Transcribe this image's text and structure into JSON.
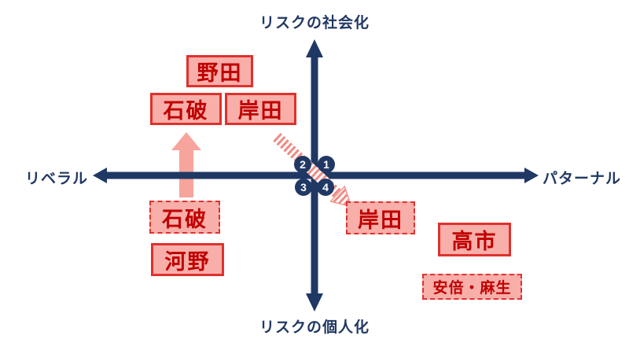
{
  "diagram": {
    "type": "two-axis political positioning map",
    "axes": {
      "top_label": "リスクの社会化",
      "bottom_label": "リスクの個人化",
      "left_label": "リベラル",
      "right_label": "パターナル"
    },
    "boxes": {
      "noda": {
        "label": "野田",
        "border": "solid",
        "quadrant": "upper-left"
      },
      "ishiba_top": {
        "label": "石破",
        "border": "solid",
        "quadrant": "upper-left"
      },
      "kishida_top": {
        "label": "岸田",
        "border": "solid",
        "quadrant": "upper-left"
      },
      "ishiba_bottom": {
        "label": "石破",
        "border": "dashed",
        "quadrant": "lower-left"
      },
      "kono": {
        "label": "河野",
        "border": "solid",
        "quadrant": "lower-left"
      },
      "kishida_bottom": {
        "label": "岸田",
        "border": "dashed",
        "quadrant": "lower-right"
      },
      "takaichi": {
        "label": "高市",
        "border": "solid",
        "quadrant": "lower-right"
      },
      "abe_aso": {
        "label": "安倍・麻生",
        "border": "dashed",
        "quadrant": "lower-right"
      }
    },
    "markers": [
      "1",
      "2",
      "3",
      "4"
    ],
    "arrows": {
      "pink_up_arrow": "from dashed 石破 (lower-left) up to solid 石破 (upper-left)",
      "hatched_diagonal_arrow": "from near 岸田 (upper-left) down-right to dashed 岸田 (lower-right)"
    },
    "colors": {
      "axis_navy": "#203864",
      "box_fill": "#F8AEA9",
      "box_border": "#E0312E",
      "box_text": "#C00000",
      "pink_arrow": "#F7A49D",
      "hatch_stripe": "#EF8B84"
    }
  }
}
